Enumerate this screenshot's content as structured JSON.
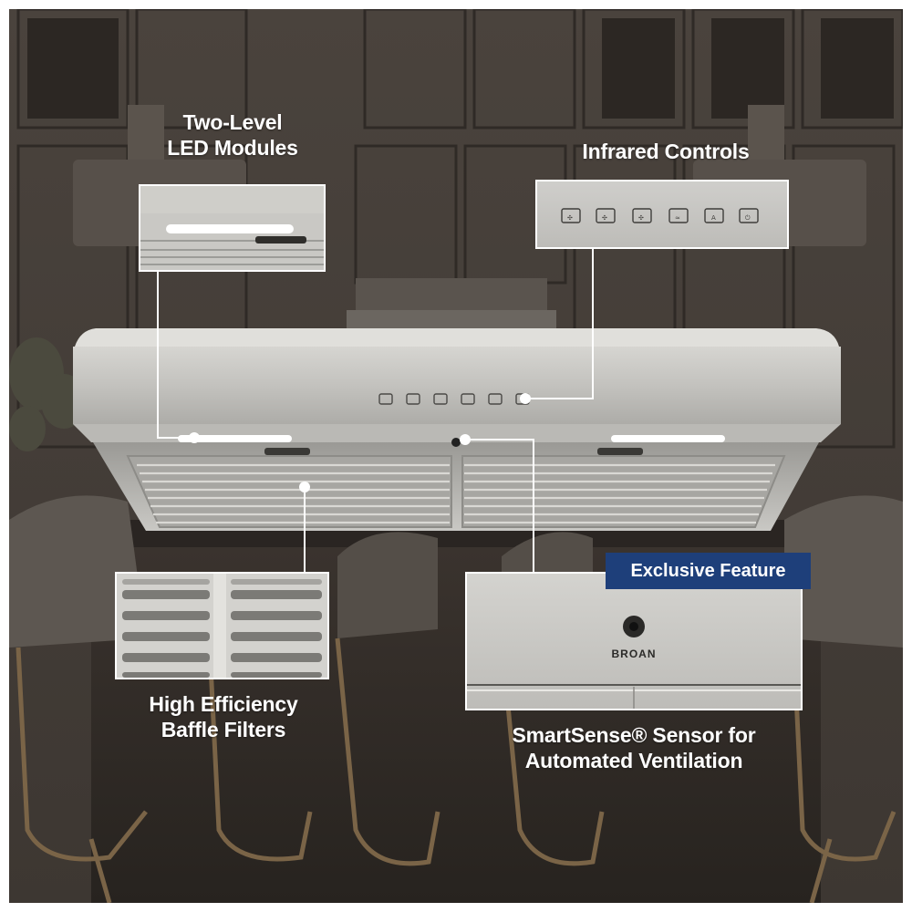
{
  "callouts": {
    "led": "Two-Level\nLED Modules",
    "controls": "Infrared Controls",
    "filters": "High Efficiency\nBaffle Filters",
    "sensor": "SmartSense® Sensor for\nAutomated Ventilation"
  },
  "badge": "Exclusive Feature",
  "brand_logo_text": "BROAN",
  "control_icons": [
    "fan-low-icon",
    "fan-medium-icon",
    "fan-high-icon",
    "light-icon",
    "auto-icon",
    "power-icon"
  ],
  "colors": {
    "callout_line": "#ffffff",
    "badge_background": "#1e3f7a",
    "stainless": "#bdbcb8"
  }
}
